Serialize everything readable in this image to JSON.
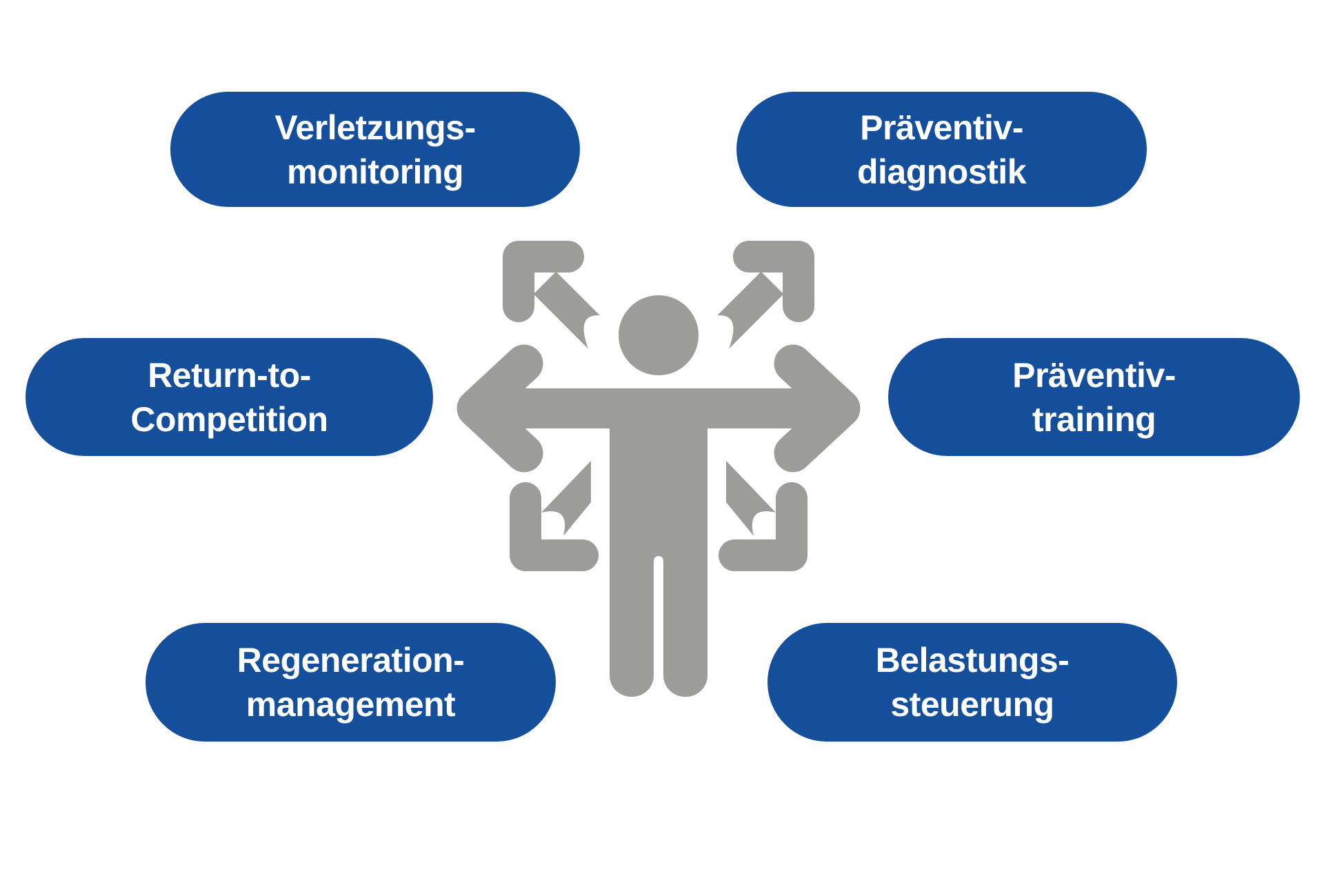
{
  "colors": {
    "background": "#ffffff",
    "pill_blue": "#154f9c",
    "figure_gray": "#9c9c9b",
    "pill_text": "#ffffff"
  },
  "center_icon": "person-with-six-outward-arrows",
  "pills": [
    {
      "position": "top-left",
      "line1": "Verletzungs-",
      "line2": "monitoring"
    },
    {
      "position": "top-right",
      "line1": "Präventiv-",
      "line2": "diagnostik"
    },
    {
      "position": "middle-left",
      "line1": "Return-to-",
      "line2": "Competition"
    },
    {
      "position": "middle-right",
      "line1": "Präventiv-",
      "line2": "training"
    },
    {
      "position": "bottom-left",
      "line1": "Regeneration-",
      "line2": "management"
    },
    {
      "position": "bottom-right",
      "line1": "Belastungs-",
      "line2": "steuerung"
    }
  ]
}
